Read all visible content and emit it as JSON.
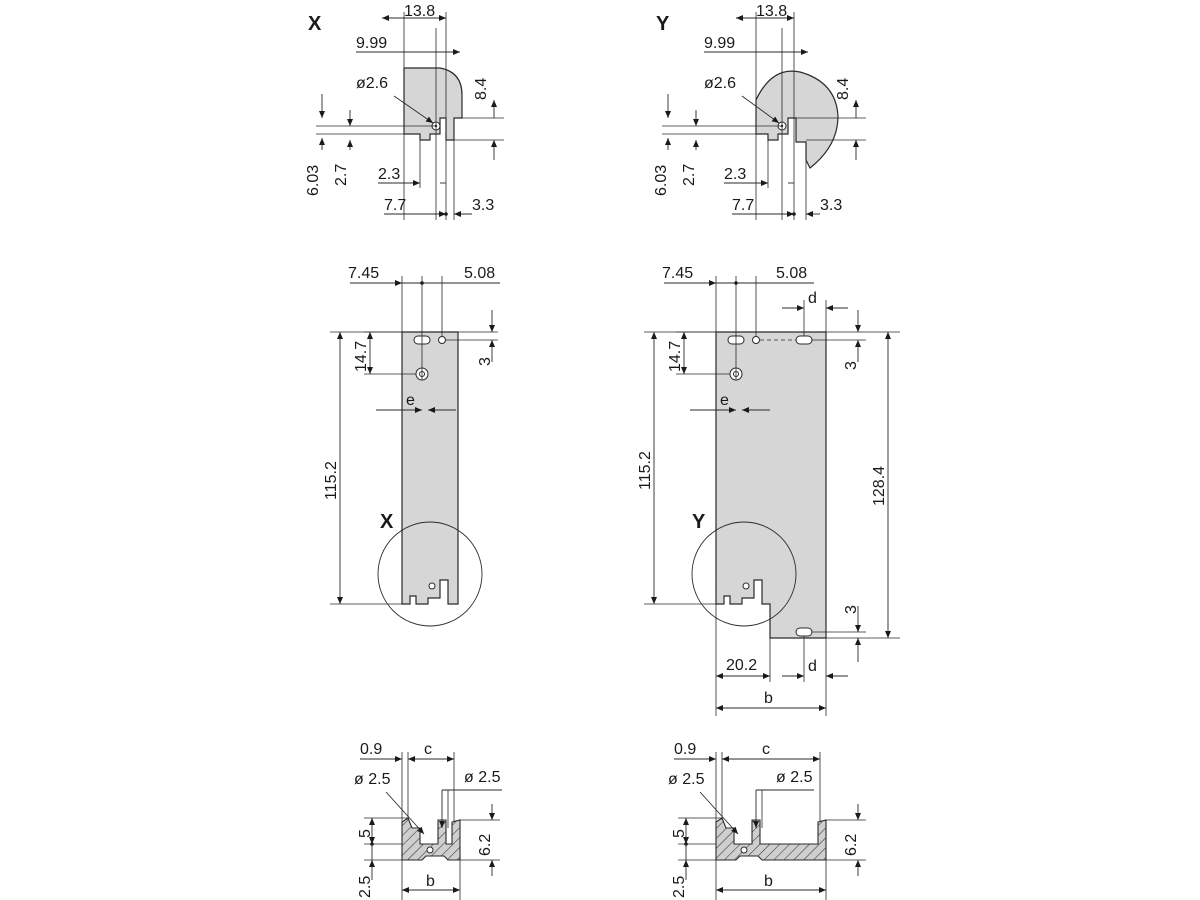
{
  "detail_x": {
    "label": "X",
    "dim_13_8": "13.8",
    "dim_9_99": "9.99",
    "dim_dia_2_6": "ø2.6",
    "dim_8_4": "8.4",
    "dim_6_03": "6.03",
    "dim_2_7": "2.7",
    "dim_2_3": "2.3",
    "dim_7_7": "7.7",
    "dim_3_3": "3.3"
  },
  "detail_y": {
    "label": "Y",
    "dim_13_8": "13.8",
    "dim_9_99": "9.99",
    "dim_dia_2_6": "ø2.6",
    "dim_8_4": "8.4",
    "dim_6_03": "6.03",
    "dim_2_7": "2.7",
    "dim_2_3": "2.3",
    "dim_7_7": "7.7",
    "dim_3_3": "3.3"
  },
  "front_narrow": {
    "dim_7_45": "7.45",
    "dim_5_08": "5.08",
    "dim_14_7": "14.7",
    "dim_3": "3",
    "dim_e": "e",
    "dim_115_2": "115.2",
    "callout_label": "X"
  },
  "front_wide": {
    "dim_7_45": "7.45",
    "dim_5_08": "5.08",
    "dim_d_top": "d",
    "dim_14_7": "14.7",
    "dim_3_top": "3",
    "dim_e": "e",
    "dim_115_2": "115.2",
    "dim_128_4": "128.4",
    "callout_label": "Y",
    "dim_3_bottom": "3",
    "dim_20_2": "20.2",
    "dim_d_bottom": "d",
    "dim_b": "b"
  },
  "section_narrow": {
    "dim_0_9": "0.9",
    "dim_c": "c",
    "dim_dia_left": "ø 2.5",
    "dim_dia_right": "ø 2.5",
    "dim_5": "5",
    "dim_6_2": "6.2",
    "dim_2_5": "2.5",
    "dim_b": "b"
  },
  "section_wide": {
    "dim_0_9": "0.9",
    "dim_c": "c",
    "dim_dia_left": "ø 2.5",
    "dim_dia_right": "ø 2.5",
    "dim_5": "5",
    "dim_6_2": "6.2",
    "dim_2_5": "2.5",
    "dim_b": "b"
  }
}
